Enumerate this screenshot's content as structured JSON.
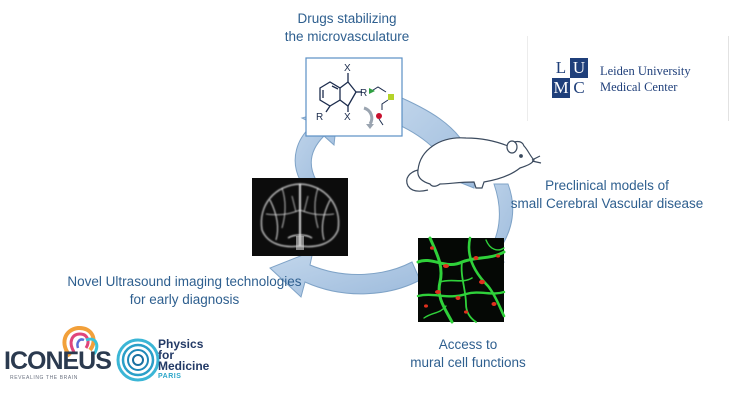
{
  "labels": {
    "drugs": [
      "Drugs stabilizing",
      "the microvasculature"
    ],
    "preclinical": [
      "Preclinical models of",
      "small Cerebral Vascular disease"
    ],
    "ultrasound": [
      "Novel Ultrasound imaging technologies",
      "for early diagnosis"
    ],
    "mural": [
      "Access to",
      "mural cell functions"
    ]
  },
  "molecule": {
    "sub_x_top": "X",
    "sub_x_bottom": "X",
    "sub_r_left": "R",
    "sub_r_right": "R"
  },
  "logos": {
    "lumc": {
      "letters": [
        "L",
        "U",
        "M",
        "C"
      ],
      "name_line1": "Leiden University",
      "name_line2": "Medical Center"
    },
    "iconeus": {
      "name": "ICONEUS",
      "tagline": "REVEALING THE BRAIN"
    },
    "pfm": {
      "line1": "Physics",
      "line2": "for",
      "line3": "Medicine",
      "line4": "PARIS"
    }
  },
  "colors": {
    "label_text": "#2e5f8f",
    "arrow_fill": "#aec8e4",
    "arrow_stroke": "#7fa3c7",
    "lumc_navy": "#1f3f7a",
    "vessel_green": "#2fd13a",
    "cell_red": "#e0301e"
  },
  "icons": [
    "mouse-icon",
    "brain-ultrasound-image",
    "vessel-fluorescence-image",
    "molecule-structure",
    "iconeus-logo",
    "physics-for-medicine-logo",
    "lumc-logo"
  ]
}
